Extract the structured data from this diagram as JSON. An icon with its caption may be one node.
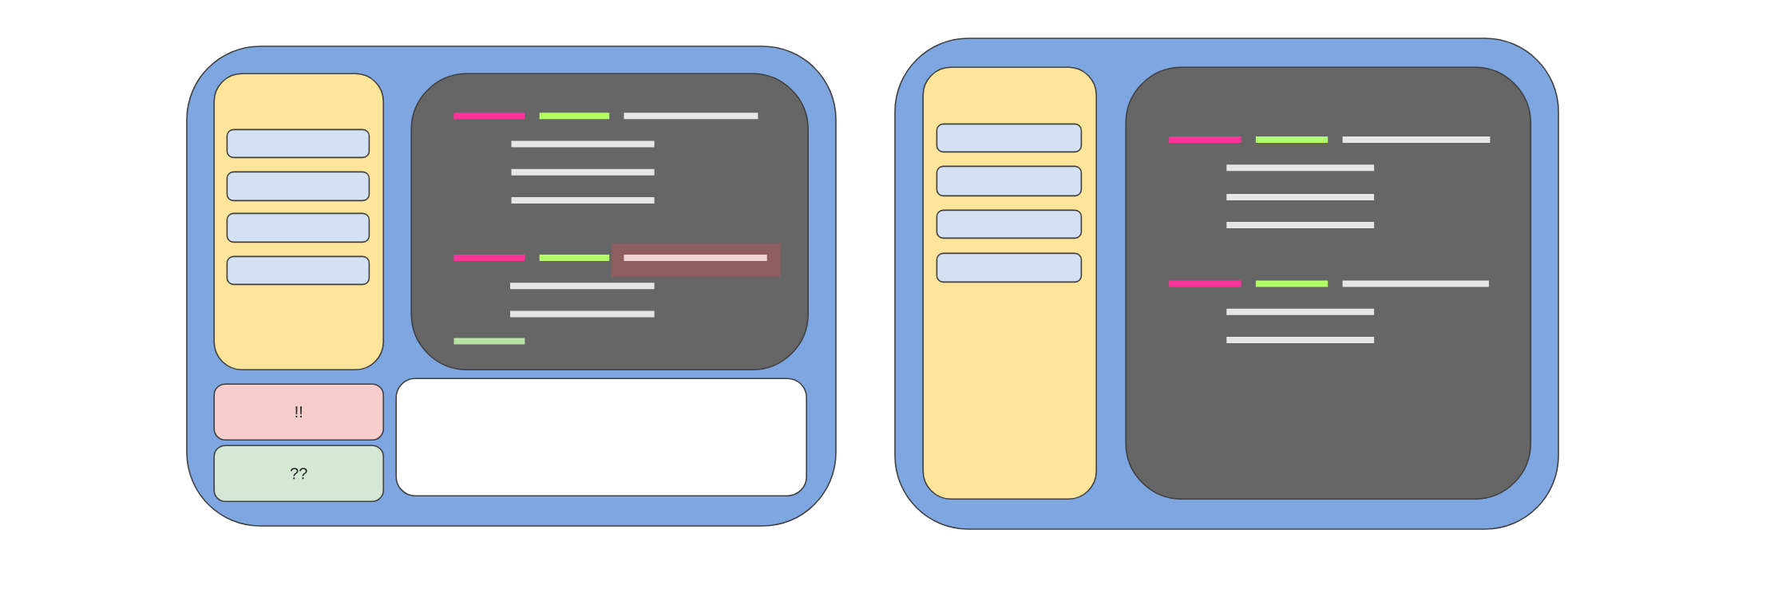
{
  "diagram": {
    "nodes": [
      {
        "text": [],
        "shape": "box"
      },
      {
        "text": [],
        "shape": "box",
        "in": 0
      },
      {
        "text": [],
        "shape": "box",
        "in": 1
      },
      {
        "text": [],
        "shape": "box",
        "in": 1
      },
      {
        "text": [],
        "shape": "box",
        "in": 1
      },
      {
        "text": [],
        "shape": "box",
        "in": 1
      },
      {
        "text": [],
        "shape": "box",
        "in": 0
      },
      {
        "text": [
          "!!"
        ],
        "in": 0
      },
      {
        "text": [
          "??"
        ],
        "in": 0
      },
      {
        "text": [],
        "shape": "box",
        "in": 0
      },
      {
        "text": [],
        "shape": "box"
      },
      {
        "text": [],
        "shape": "box",
        "in": 10
      },
      {
        "text": [],
        "shape": "box",
        "in": 11
      },
      {
        "text": [],
        "shape": "box",
        "in": 11
      },
      {
        "text": [],
        "shape": "box",
        "in": 11
      },
      {
        "text": [],
        "shape": "box",
        "in": 11
      },
      {
        "text": [],
        "shape": "box",
        "in": 10
      }
    ]
  }
}
